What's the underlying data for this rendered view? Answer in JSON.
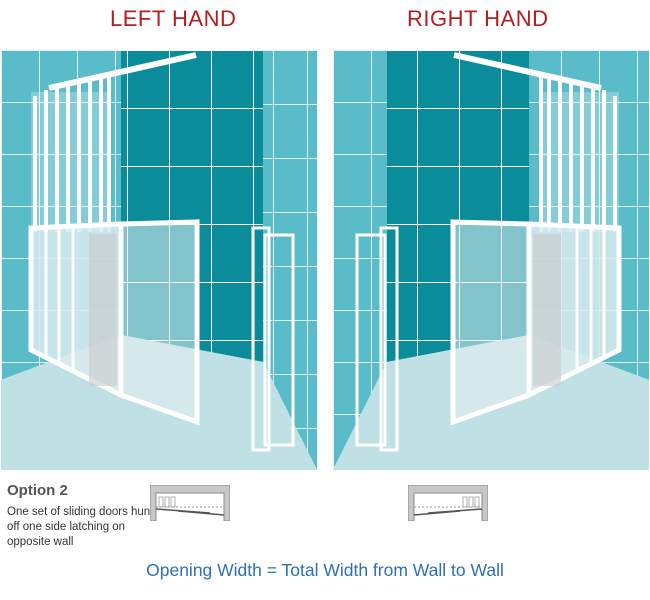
{
  "headings": {
    "left": "LEFT HAND",
    "right": "RIGHT HAND"
  },
  "option": {
    "title": "Option 2",
    "description": "One set of sliding doors hung off one side latching on opposite wall"
  },
  "footer": "Opening Width = Total Width from Wall to Wall",
  "colors": {
    "heading": "#b41e1e",
    "footer_text": "#2f6fb6",
    "side_tile": "#5bbcc9",
    "back_tile": "#0b8c9b",
    "floor": "#bfe1e6",
    "frame": "#ffffff"
  },
  "panels": {
    "left": {
      "hand": "left"
    },
    "right": {
      "hand": "right"
    }
  }
}
